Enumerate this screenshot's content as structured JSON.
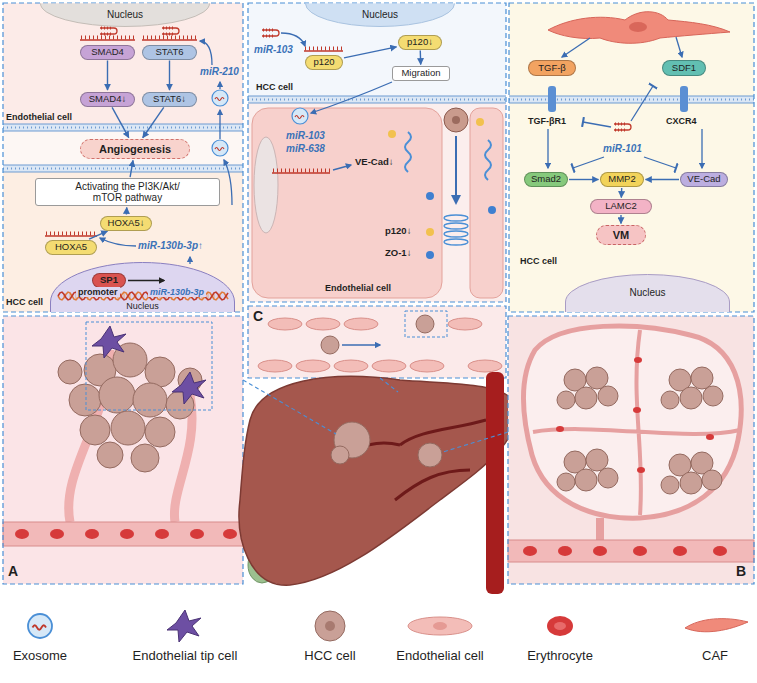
{
  "diagram": {
    "nodes": [
      {
        "text": [
          "Nucleus"
        ]
      },
      {
        "text": [
          "SMAD4"
        ]
      },
      {
        "text": [
          "STAT6"
        ]
      },
      {
        "text": [
          "SMAD4↓"
        ]
      },
      {
        "text": [
          "STAT6↓"
        ]
      },
      {
        "text": [
          "Angiogenesis"
        ]
      },
      {
        "text": [
          "Activating the PI3K/Akt/ mTOR pathway"
        ]
      },
      {
        "text": [
          "HOXA5↓"
        ]
      },
      {
        "text": [
          "HOXA5"
        ]
      },
      {
        "text": [
          "Nucleus"
        ]
      },
      {
        "text": [
          "SP1"
        ],
        "in": 9
      },
      {
        "text": [
          "Nucleus"
        ]
      },
      {
        "text": [
          "p120"
        ]
      },
      {
        "text": [
          "p120↓"
        ]
      },
      {
        "text": [
          "Migration"
        ]
      },
      {
        "text": [
          "TGF-β"
        ]
      },
      {
        "text": [
          "SDF1"
        ]
      },
      {
        "text": [
          "Smad2"
        ]
      },
      {
        "text": [
          "MMP2"
        ]
      },
      {
        "text": [
          "VE-Cad"
        ]
      },
      {
        "text": [
          "LAMC2"
        ]
      },
      {
        "text": [
          "VM"
        ]
      },
      {
        "text": [
          "Nucleus"
        ]
      }
    ],
    "edges": [
      {
        "from": 1,
        "to": 3,
        "arrow": "to"
      },
      {
        "from": 2,
        "to": 4,
        "arrow": "to"
      },
      {
        "from": 3,
        "to": 5,
        "arrow": "to"
      },
      {
        "from": 4,
        "to": 5,
        "arrow": "to"
      },
      {
        "from": 6,
        "to": 5,
        "arrow": "to"
      },
      {
        "from": 7,
        "to": 6,
        "arrow": "to"
      },
      {
        "from": 8,
        "to": 7,
        "arrow": "to"
      },
      {
        "from": 12,
        "to": 13,
        "arrow": "to"
      },
      {
        "from": 13,
        "to": 14,
        "arrow": "to"
      },
      {
        "from": 17,
        "to": 18,
        "arrow": "to"
      },
      {
        "from": 19,
        "to": 18,
        "arrow": "to"
      },
      {
        "from": 18,
        "to": 20,
        "arrow": "to"
      },
      {
        "from": 20,
        "to": 21,
        "arrow": "to"
      }
    ],
    "labels": [
      "miR-210",
      "Endothelial cell",
      "miR-130b-3p↑",
      "promoter",
      "miR-130b-3p",
      "HCC cell",
      "miR-103",
      "HCC cell",
      "miR-103",
      "miR-638",
      "VE-Cad↓",
      "p120↓",
      "ZO-1↓",
      "Endothelial cell",
      "TGF-βR1",
      "CXCR4",
      "miR-101",
      "HCC cell",
      "A",
      "C",
      "B"
    ],
    "legend": [
      {
        "text": "Exosome"
      },
      {
        "text": "Endothelial tip cell"
      },
      {
        "text": "HCC cell"
      },
      {
        "text": "Endothelial cell"
      },
      {
        "text": "Erythrocyte"
      },
      {
        "text": "CAF"
      }
    ]
  }
}
